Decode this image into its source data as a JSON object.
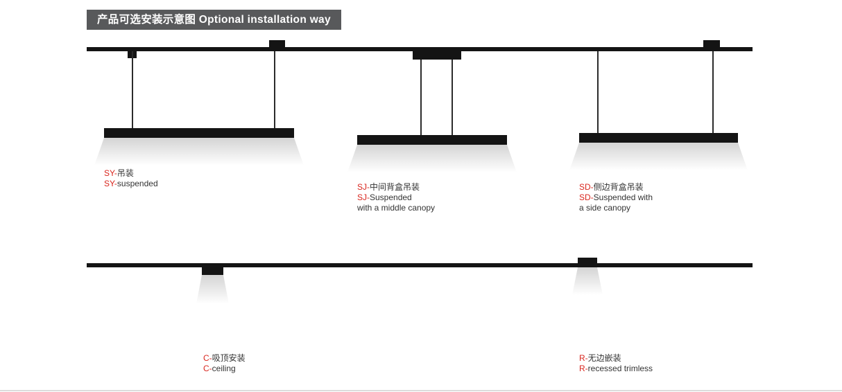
{
  "page": {
    "title": "产品可选安装示意图 Optional installation way"
  },
  "colors": {
    "accent": "#d9251d",
    "bar": "#141414",
    "title_bg": "#58595b"
  },
  "labels": {
    "sy": {
      "lines": [
        {
          "red": "SY-",
          "rest": "吊装"
        },
        {
          "red": "SY-",
          "rest": "suspended"
        }
      ]
    },
    "sj": {
      "lines": [
        {
          "red": "SJ-",
          "rest": "中间背盒吊装"
        },
        {
          "red": "SJ-",
          "rest": "Suspended"
        },
        {
          "red": "",
          "rest": "with a middle canopy"
        }
      ]
    },
    "sd": {
      "lines": [
        {
          "red": "SD-",
          "rest": "侧边背盒吊装"
        },
        {
          "red": "SD-",
          "rest": "Suspended with"
        },
        {
          "red": "",
          "rest": "a side canopy"
        }
      ]
    },
    "c": {
      "lines": [
        {
          "red": "C-",
          "rest": "吸顶安装"
        },
        {
          "red": "C-",
          "rest": "ceiling"
        }
      ]
    },
    "r": {
      "lines": [
        {
          "red": "R-",
          "rest": "无边嵌装"
        },
        {
          "red": "R-",
          "rest": "recessed trimless"
        }
      ]
    }
  }
}
